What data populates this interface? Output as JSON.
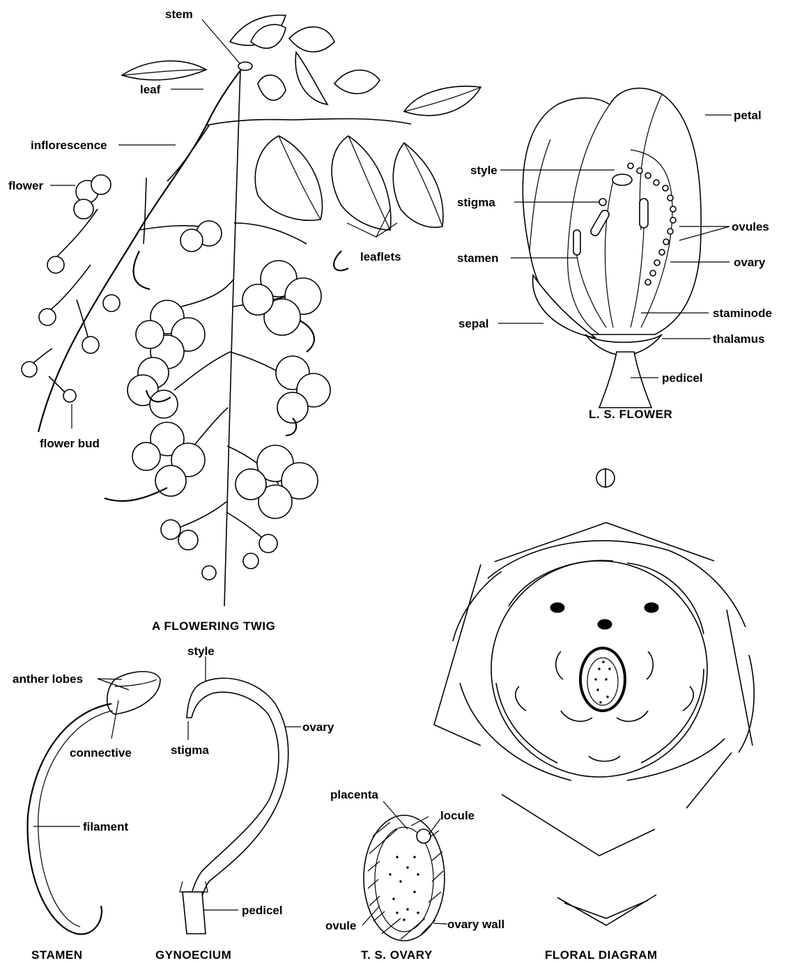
{
  "twig": {
    "caption": "A FLOWERING TWIG",
    "labels": {
      "stem": "stem",
      "leaf": "leaf",
      "inflorescence": "inflorescence",
      "flower": "flower",
      "leaflets": "leaflets",
      "flower_bud": "flower bud"
    }
  },
  "ls_flower": {
    "caption": "L. S. FLOWER",
    "labels": {
      "petal": "petal",
      "style": "style",
      "stigma": "stigma",
      "ovules": "ovules",
      "stamen": "stamen",
      "ovary": "ovary",
      "staminode": "staminode",
      "sepal": "sepal",
      "thalamus": "thalamus",
      "pedicel": "pedicel"
    }
  },
  "stamen": {
    "caption": "STAMEN",
    "labels": {
      "anther_lobes": "anther lobes",
      "connective": "connective",
      "filament": "filament"
    }
  },
  "gynoecium": {
    "caption": "GYNOECIUM",
    "labels": {
      "style": "style",
      "stigma": "stigma",
      "ovary": "ovary",
      "pedicel": "pedicel"
    }
  },
  "ts_ovary": {
    "caption": "T. S. OVARY",
    "labels": {
      "placenta": "placenta",
      "locule": "locule",
      "ovule": "ovule",
      "ovary_wall": "ovary wall"
    }
  },
  "floral_diagram": {
    "caption": "FLORAL DIAGRAM"
  }
}
